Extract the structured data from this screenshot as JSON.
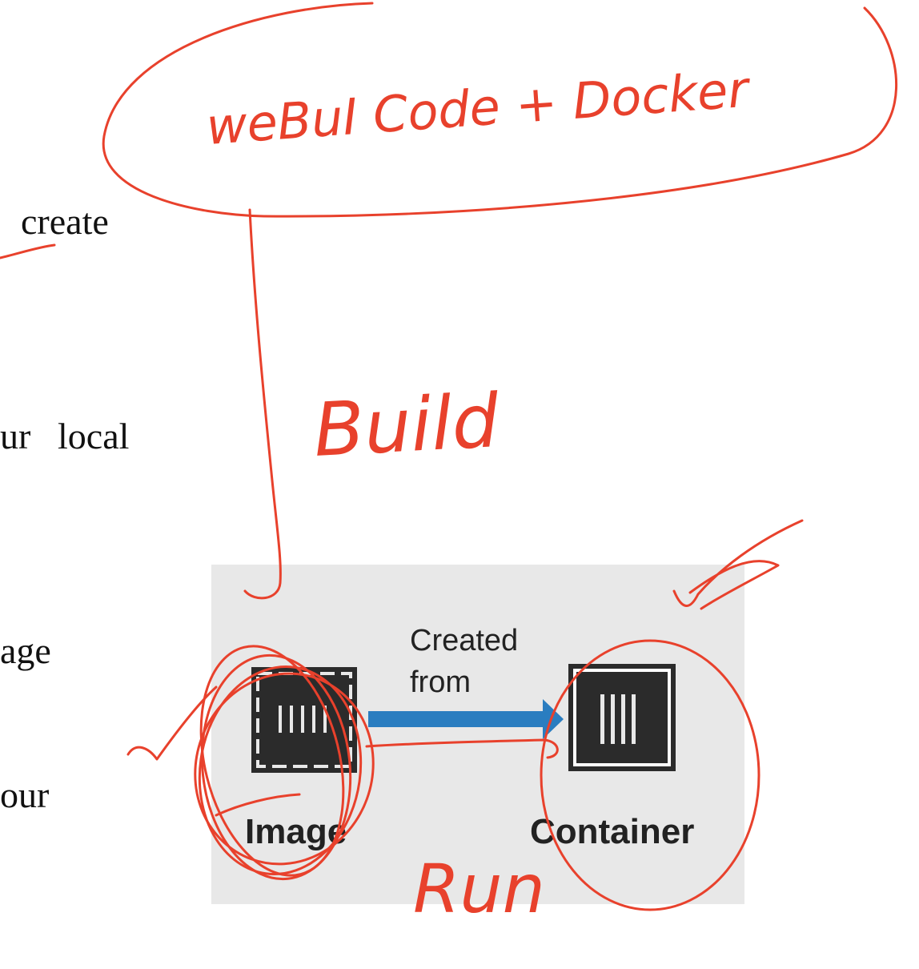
{
  "document": {
    "fragments": [
      "create",
      "ur",
      "local",
      "age",
      "our"
    ]
  },
  "diagram": {
    "image_label": "Image",
    "container_label": "Container",
    "arrow_label_line1": "Created",
    "arrow_label_line2": "from",
    "icon_color": "#2b2b2b",
    "arrow_color": "#2a7dc0",
    "panel_color": "#e8e8e8"
  },
  "annotations": {
    "color": "#e8412c",
    "top_note": "weBuI Code + Docker",
    "build_note": "Build",
    "run_note": "Run"
  }
}
